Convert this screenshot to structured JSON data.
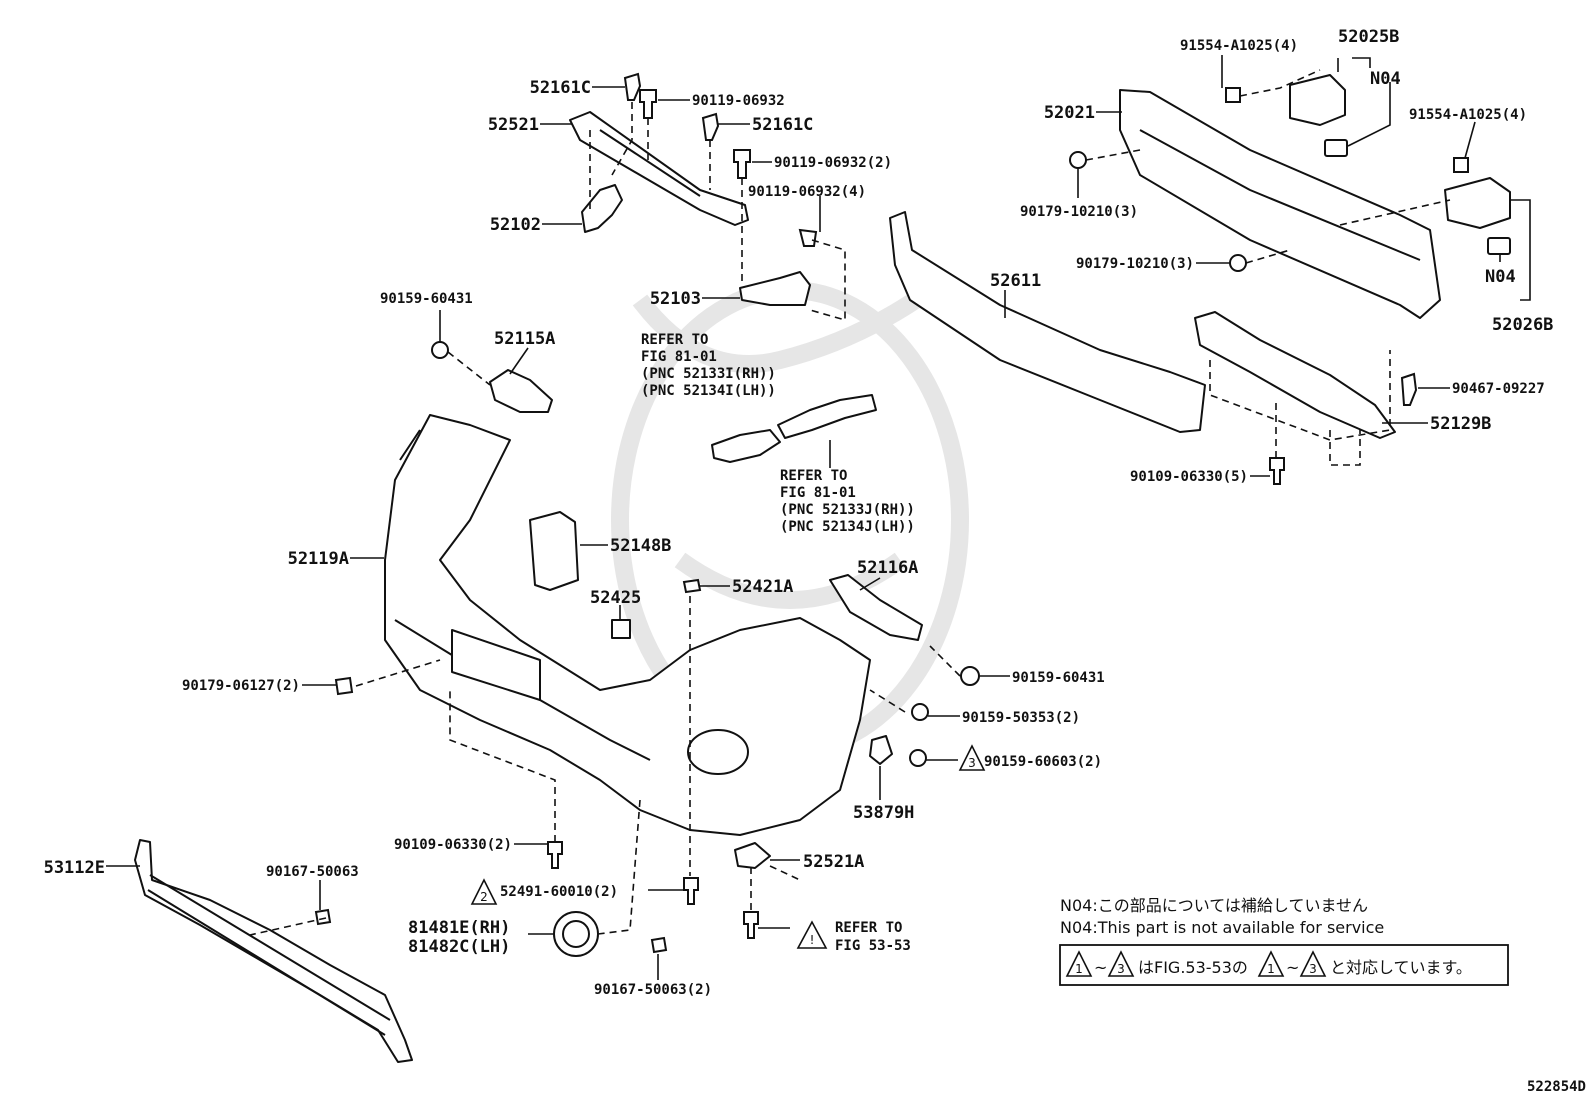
{
  "diagram_id": "522854D",
  "labels": {
    "p52161C_top": "52161C",
    "p90119_06932_a": "90119-06932",
    "p52521": "52521",
    "p52161C_mid": "52161C",
    "p90119_06932_2": "90119-06932(2)",
    "p90119_06932_4": "90119-06932(4)",
    "p52102": "52102",
    "p52103": "52103",
    "p90159_60431_a": "90159-60431",
    "p52115A": "52115A",
    "p52119A": "52119A",
    "p52148B": "52148B",
    "p52425": "52425",
    "p52421A": "52421A",
    "p52116A": "52116A",
    "p90179_06127": "90179-06127(2)",
    "p90159_60431_b": "90159-60431",
    "p90159_50353": "90159-50353(2)",
    "p90159_60603": "90159-60603(2)",
    "p53879H": "53879H",
    "p90109_06330_2": "90109-06330(2)",
    "p52521A": "52521A",
    "p52491": "52491-60010(2)",
    "p53112E": "53112E",
    "p90167_50063_a": "90167-50063",
    "p81481E": "81481E(RH)",
    "p81482C": "81482C(LH)",
    "p90167_50063_2": "90167-50063(2)",
    "p91554_top": "91554-A1025(4)",
    "p52025B": "52025B",
    "pN04_top": "N04",
    "p52021": "52021",
    "p91554_right": "91554-A1025(4)",
    "p90179_10210_a": "90179-10210(3)",
    "p90179_10210_b": "90179-10210(3)",
    "p52611": "52611",
    "pN04_right": "N04",
    "p52026B": "52026B",
    "p90467": "90467-09227",
    "p52129B": "52129B",
    "p90109_06330_5": "90109-06330(5)"
  },
  "refer_blocks": {
    "fig81_a": [
      "REFER TO",
      "FIG 81-01",
      "(PNC 52133I(RH))",
      "(PNC 52134I(LH))"
    ],
    "fig81_b": [
      "REFER TO",
      "FIG 81-01",
      "(PNC 52133J(RH))",
      "(PNC 52134J(LH))"
    ],
    "fig53": [
      "REFER TO",
      "FIG 53-53"
    ]
  },
  "triangle_marks": {
    "mark_2": "2",
    "mark_3": "3",
    "note_mark_1a": "1",
    "note_mark_3a": "3",
    "note_mark_1b": "1",
    "note_mark_3b": "3"
  },
  "notes": {
    "n04_jp": "N04:この部品については補給していません",
    "n04_en": "N04:This part is not available for service",
    "box_tilde_1": "~",
    "box_text_1": "はFIG.53-53の",
    "box_tilde_2": "~",
    "box_text_2": "と対応しています。"
  }
}
